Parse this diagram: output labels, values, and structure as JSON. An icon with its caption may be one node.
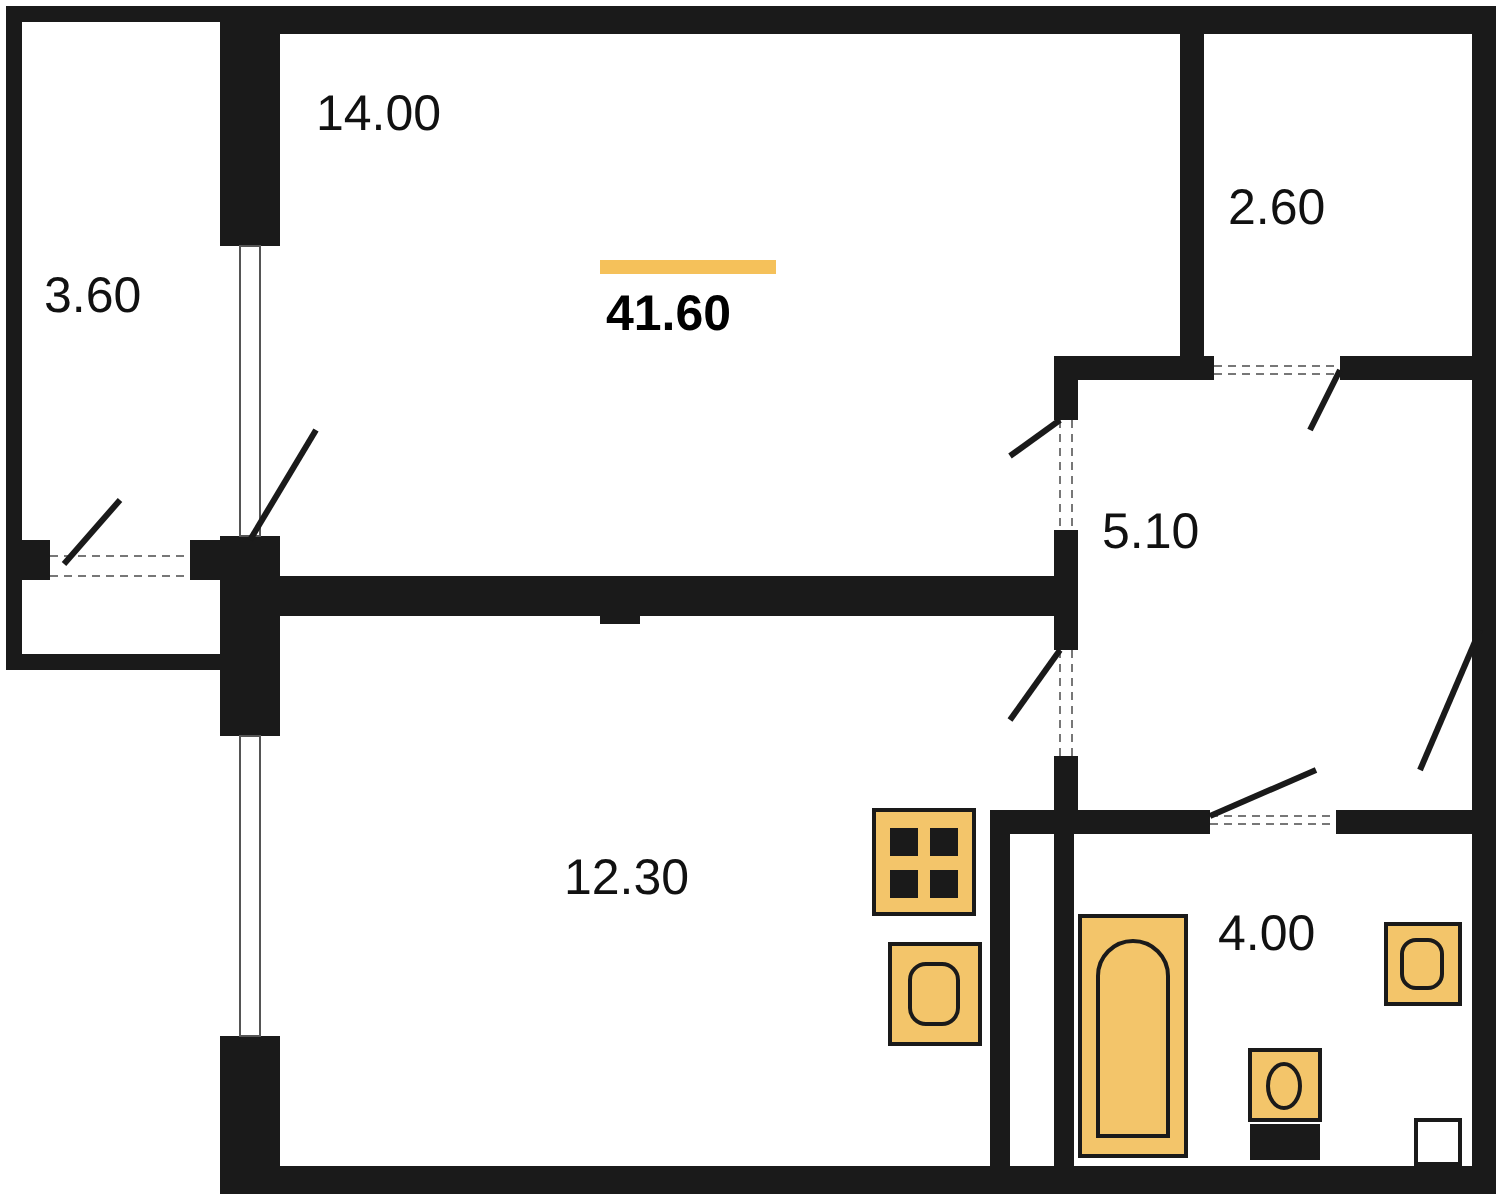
{
  "diagram": {
    "nodes": [
      {
        "text": [
          "3.60"
        ]
      },
      {
        "text": [
          "14.00"
        ]
      },
      {
        "text": [
          "2.60"
        ]
      },
      {
        "text": [
          "5.10"
        ]
      },
      {
        "text": [
          "12.30"
        ]
      },
      {
        "text": [
          "4.00"
        ]
      }
    ],
    "labels": [
      "41.60"
    ]
  }
}
